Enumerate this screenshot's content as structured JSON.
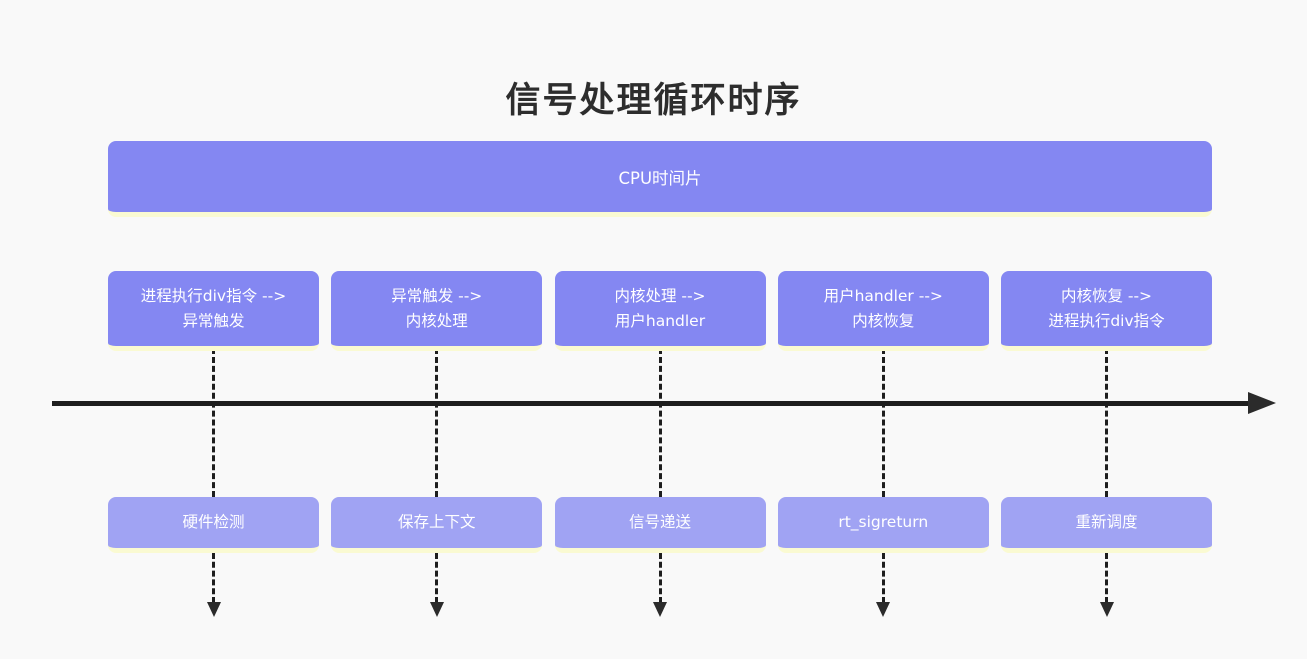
{
  "title": "信号处理循环时序",
  "banner": {
    "label": "CPU时间片"
  },
  "columns": [
    {
      "top_line1": "进程执行div指令 -->",
      "top_line2": "异常触发",
      "bottom": "硬件检测"
    },
    {
      "top_line1": "异常触发 -->",
      "top_line2": "内核处理",
      "bottom": "保存上下文"
    },
    {
      "top_line1": "内核处理 -->",
      "top_line2": "用户handler",
      "bottom": "信号递送"
    },
    {
      "top_line1": "用户handler -->",
      "top_line2": "内核恢复",
      "bottom": "rt_sigreturn"
    },
    {
      "top_line1": "内核恢复 -->",
      "top_line2": "进程执行div指令",
      "bottom": "重新调度"
    }
  ],
  "colors": {
    "bg": "#f9f9f9",
    "purple_dark": "#8487f2",
    "purple_light": "#a0a3f3",
    "pale_yellow": "#fafad2",
    "ink": "#1e1e1e",
    "arrow_fill": "#2b2b2b",
    "title_color": "#2d2d2d"
  }
}
